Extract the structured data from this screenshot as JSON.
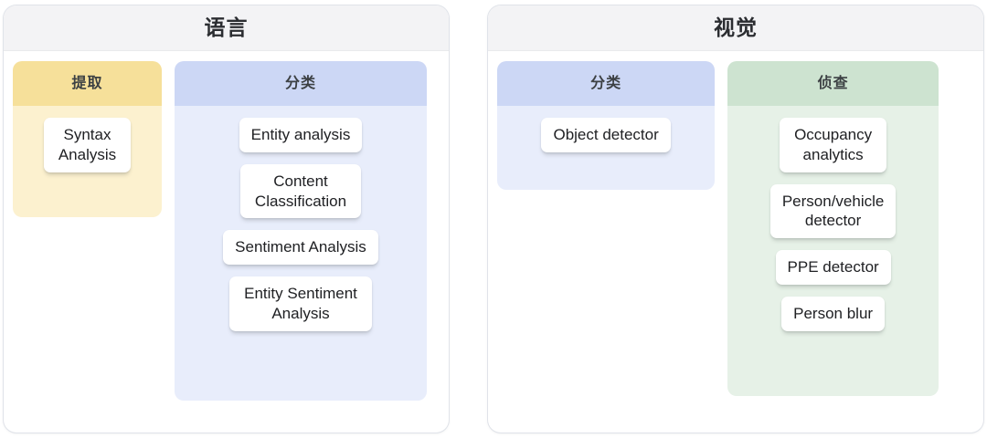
{
  "panels": [
    {
      "title": "语言",
      "name": "language",
      "groups": [
        {
          "title": "提取",
          "name": "extraction",
          "color": "#f6e09a",
          "body_color": "#fcf1cf",
          "items": [
            {
              "label": "Syntax\nAnalysis"
            }
          ]
        },
        {
          "title": "分类",
          "name": "classification",
          "color": "#ccd7f5",
          "body_color": "#e8edfb",
          "items": [
            {
              "label": "Entity analysis"
            },
            {
              "label": "Content\nClassification"
            },
            {
              "label": "Sentiment Analysis"
            },
            {
              "label": "Entity Sentiment\nAnalysis"
            }
          ]
        }
      ]
    },
    {
      "title": "视觉",
      "name": "vision",
      "groups": [
        {
          "title": "分类",
          "name": "vision-classification",
          "color": "#ccd7f5",
          "body_color": "#e8edfb",
          "items": [
            {
              "label": "Object detector"
            }
          ]
        },
        {
          "title": "侦查",
          "name": "detection",
          "color": "#cde3d0",
          "body_color": "#e6f1e7",
          "items": [
            {
              "label": "Occupancy\nanalytics"
            },
            {
              "label": "Person/vehicle\ndetector"
            },
            {
              "label": "PPE detector"
            },
            {
              "label": "Person blur"
            }
          ]
        }
      ]
    }
  ]
}
